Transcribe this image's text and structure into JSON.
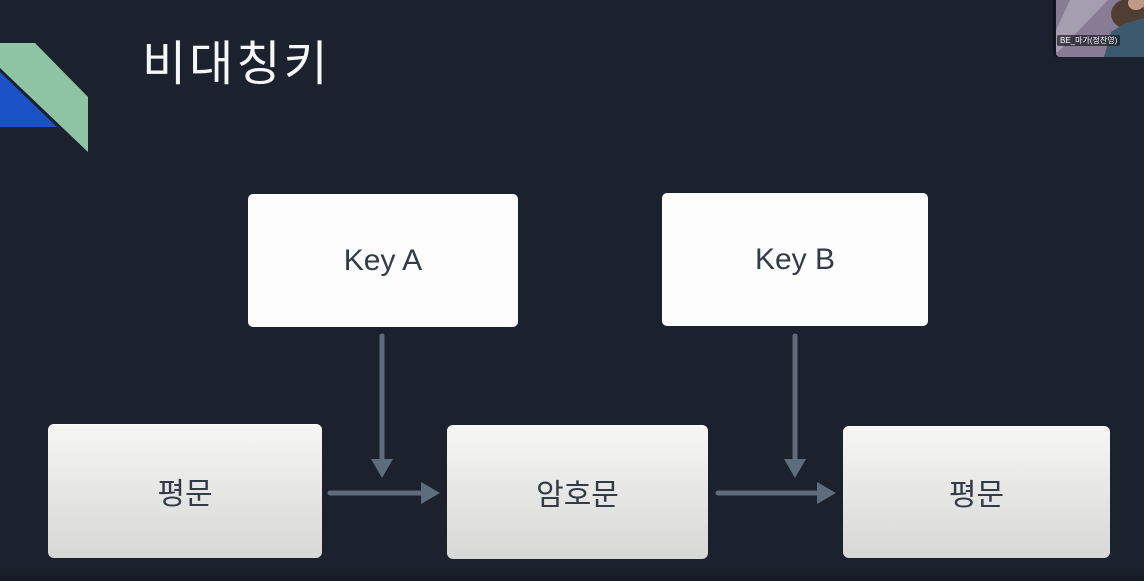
{
  "slide": {
    "title": "비대칭키",
    "diagram": {
      "key_a": "Key A",
      "key_b": "Key B",
      "plaintext_left": "평문",
      "ciphertext": "암호문",
      "plaintext_right": "평문",
      "edges": [
        {
          "from": "plaintext_left",
          "to": "ciphertext",
          "type": "horizontal-arrow"
        },
        {
          "from": "key_a",
          "to": "plaintext_left→ciphertext path",
          "type": "down-arrow"
        },
        {
          "from": "ciphertext",
          "to": "plaintext_right",
          "type": "horizontal-arrow"
        },
        {
          "from": "key_b",
          "to": "ciphertext→plaintext_right path",
          "type": "down-arrow"
        }
      ]
    }
  },
  "webcam": {
    "name_label": "BE_마가(정찬영)"
  },
  "colors": {
    "background": "#1b222d",
    "arrow": "#5f6c7c",
    "accent-green": "#8ec4a4",
    "accent-blue": "#1b53c6",
    "box-white": "#fdfdfd",
    "box-gray-top": "#f6f6f4",
    "box-gray-bottom": "#d7d7d5",
    "box-text": "#333b48",
    "title-text": "#f5f6f8"
  }
}
